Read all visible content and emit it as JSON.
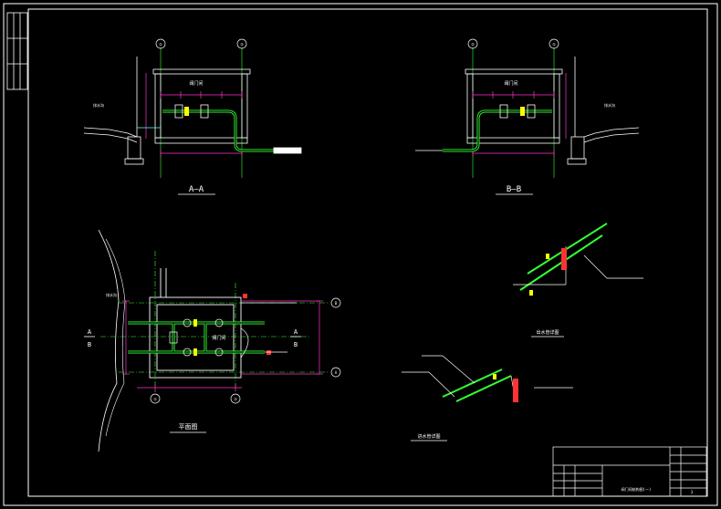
{
  "section_aa": {
    "title": "A—A",
    "room": "阀门间",
    "left_bank": "排水沟"
  },
  "section_bb": {
    "title": "B—B",
    "room": "阀门间",
    "right_bank": "排水沟"
  },
  "plan": {
    "title": "平面图",
    "room": "阀门间",
    "section_a": "A",
    "section_b": "B",
    "bank": "排水沟"
  },
  "axes": {
    "a1": "①",
    "a2": "②",
    "aA": "A",
    "aB": "B"
  },
  "details": {
    "detail1_title": "出水管详图",
    "detail2_title": "进水管详图"
  },
  "title_block": {
    "drawing_title": "阀门间结构图(一)",
    "sheet_no": "3"
  },
  "colors": {
    "background": "#000000",
    "outline": "#ffffff",
    "pipe": "#33ff33",
    "dimension": "#ff33cc",
    "axis": "#33ff33",
    "yellow": "#ffff00",
    "red": "#ff3333",
    "cyan": "#66ffff"
  }
}
